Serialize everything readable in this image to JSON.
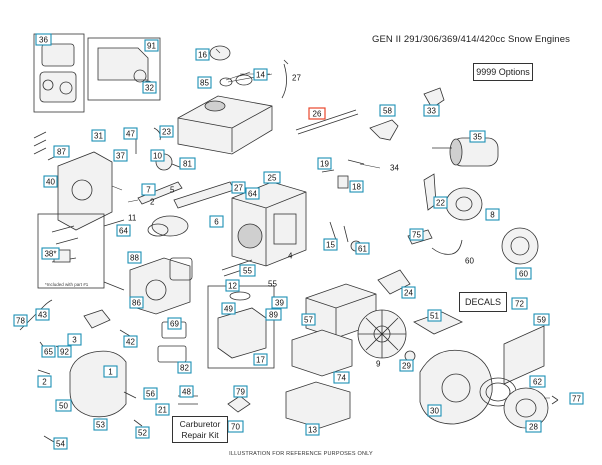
{
  "title": "GEN II 291/306/369/414/420cc Snow Engines",
  "options_label": "9999  Options",
  "decals_label": "DECALS",
  "carburetor_label_line1": "Carburetor",
  "carburetor_label_line2": "Repair Kit",
  "footer": "ILLUSTRATION FOR REFERENCE PURPOSES ONLY",
  "inset_caption": "*Included with part #1",
  "highlight_color": "#e8472c",
  "tag_color": "#1c8fb5",
  "callouts": [
    {
      "id": "c36",
      "label": "36"
    },
    {
      "id": "c91",
      "label": "91"
    },
    {
      "id": "c32",
      "label": "32"
    },
    {
      "id": "c16",
      "label": "16"
    },
    {
      "id": "c85",
      "label": "85"
    },
    {
      "id": "c14",
      "label": "14"
    },
    {
      "id": "c27",
      "label": "27"
    },
    {
      "id": "c26",
      "label": "26",
      "highlight": true
    },
    {
      "id": "c58",
      "label": "58"
    },
    {
      "id": "c33",
      "label": "33"
    },
    {
      "id": "c35",
      "label": "35"
    },
    {
      "id": "c31",
      "label": "31"
    },
    {
      "id": "c87",
      "label": "87"
    },
    {
      "id": "c47",
      "label": "47"
    },
    {
      "id": "c23",
      "label": "23"
    },
    {
      "id": "c37",
      "label": "37"
    },
    {
      "id": "c10",
      "label": "10"
    },
    {
      "id": "c81",
      "label": "81"
    },
    {
      "id": "c19",
      "label": "19"
    },
    {
      "id": "c34",
      "label": "34"
    },
    {
      "id": "c40",
      "label": "40"
    },
    {
      "id": "c7",
      "label": "7"
    },
    {
      "id": "c5",
      "label": "5"
    },
    {
      "id": "c2",
      "label": "2"
    },
    {
      "id": "c25",
      "label": "25"
    },
    {
      "id": "c27b",
      "label": "27"
    },
    {
      "id": "c64",
      "label": "64"
    },
    {
      "id": "c18",
      "label": "18"
    },
    {
      "id": "c22",
      "label": "22"
    },
    {
      "id": "c8",
      "label": "8"
    },
    {
      "id": "c11",
      "label": "11"
    },
    {
      "id": "c6",
      "label": "6"
    },
    {
      "id": "c64b",
      "label": "64"
    },
    {
      "id": "c75",
      "label": "75"
    },
    {
      "id": "c38",
      "label": "38*"
    },
    {
      "id": "c88",
      "label": "88"
    },
    {
      "id": "c15",
      "label": "15"
    },
    {
      "id": "c61",
      "label": "61"
    },
    {
      "id": "c60",
      "label": "60"
    },
    {
      "id": "c60b",
      "label": "60"
    },
    {
      "id": "c4",
      "label": "4"
    },
    {
      "id": "c55n",
      "label": "55"
    },
    {
      "id": "c55",
      "label": "55"
    },
    {
      "id": "c12",
      "label": "12"
    },
    {
      "id": "c24",
      "label": "24"
    },
    {
      "id": "c39",
      "label": "39"
    },
    {
      "id": "c89",
      "label": "89"
    },
    {
      "id": "c49",
      "label": "49"
    },
    {
      "id": "c78",
      "label": "78"
    },
    {
      "id": "c43",
      "label": "43"
    },
    {
      "id": "c86",
      "label": "86"
    },
    {
      "id": "c57",
      "label": "57"
    },
    {
      "id": "c72",
      "label": "72"
    },
    {
      "id": "c51",
      "label": "51"
    },
    {
      "id": "c59",
      "label": "59"
    },
    {
      "id": "c69",
      "label": "69"
    },
    {
      "id": "c3",
      "label": "3"
    },
    {
      "id": "c92",
      "label": "92"
    },
    {
      "id": "c65",
      "label": "65"
    },
    {
      "id": "c42",
      "label": "42"
    },
    {
      "id": "c82",
      "label": "82"
    },
    {
      "id": "c17",
      "label": "17"
    },
    {
      "id": "c9",
      "label": "9"
    },
    {
      "id": "c29",
      "label": "29"
    },
    {
      "id": "c1",
      "label": "1"
    },
    {
      "id": "c74",
      "label": "74"
    },
    {
      "id": "c2b",
      "label": "2"
    },
    {
      "id": "c50",
      "label": "50"
    },
    {
      "id": "c56",
      "label": "56"
    },
    {
      "id": "c48",
      "label": "48"
    },
    {
      "id": "c79",
      "label": "79"
    },
    {
      "id": "c62",
      "label": "62"
    },
    {
      "id": "c77",
      "label": "77"
    },
    {
      "id": "c30",
      "label": "30"
    },
    {
      "id": "c53",
      "label": "53"
    },
    {
      "id": "c52",
      "label": "52"
    },
    {
      "id": "c21",
      "label": "21"
    },
    {
      "id": "c70",
      "label": "70"
    },
    {
      "id": "c54",
      "label": "54"
    },
    {
      "id": "c13",
      "label": "13"
    },
    {
      "id": "c28",
      "label": "28"
    }
  ]
}
